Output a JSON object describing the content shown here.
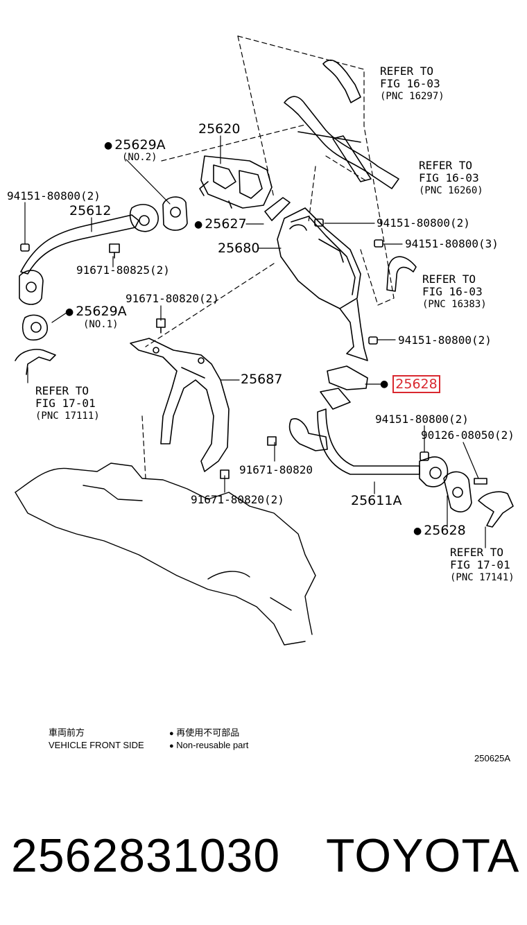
{
  "parts": {
    "p25620": "25620",
    "p25629a_top": "25629A",
    "p25629a_top_sub": "(NO.2)",
    "p94151_2_left": "94151-80800(2)",
    "p25612": "25612",
    "p25627": "25627",
    "p25680": "25680",
    "p94151_2_right": "94151-80800(2)",
    "p94151_3": "94151-80800(3)",
    "p91671_80825": "91671-80825(2)",
    "p25629a_bottom": "25629A",
    "p25629a_bottom_sub": "(NO.1)",
    "p91671_80820_top": "91671-80820(2)",
    "p94151_2_mid": "94151-80800(2)",
    "p25687": "25687",
    "p25628_hl": "25628",
    "p94151_2_low": "94151-80800(2)",
    "p90126": "90126-08050(2)",
    "p91671_80820": "91671-80820",
    "p91671_80820_bottom": "91671-80820(2)",
    "p25611a": "25611A",
    "p25628_bottom": "25628"
  },
  "refs": {
    "r1": {
      "line1": "REFER TO",
      "line2": "FIG 16-03",
      "pnc": "(PNC 16297)"
    },
    "r2": {
      "line1": "REFER TO",
      "line2": "FIG 16-03",
      "pnc": "(PNC 16260)"
    },
    "r3": {
      "line1": "REFER TO",
      "line2": "FIG 16-03",
      "pnc": "(PNC 16383)"
    },
    "r4": {
      "line1": "REFER TO",
      "line2": "FIG 17-01",
      "pnc": "(PNC 17111)"
    },
    "r5": {
      "line1": "REFER TO",
      "line2": "FIG 17-01",
      "pnc": "(PNC 17141)"
    }
  },
  "legend": {
    "front_cn": "車両前方",
    "front_en": "VEHICLE FRONT SIDE",
    "nonreuse_cn": "再使用不可部品",
    "nonreuse_en": "Non-reusable part",
    "code": "250625A"
  },
  "footer": {
    "part_number": "2562831030",
    "brand": "TOYOTA"
  },
  "colors": {
    "highlight": "#d9282f",
    "line": "#000000"
  }
}
